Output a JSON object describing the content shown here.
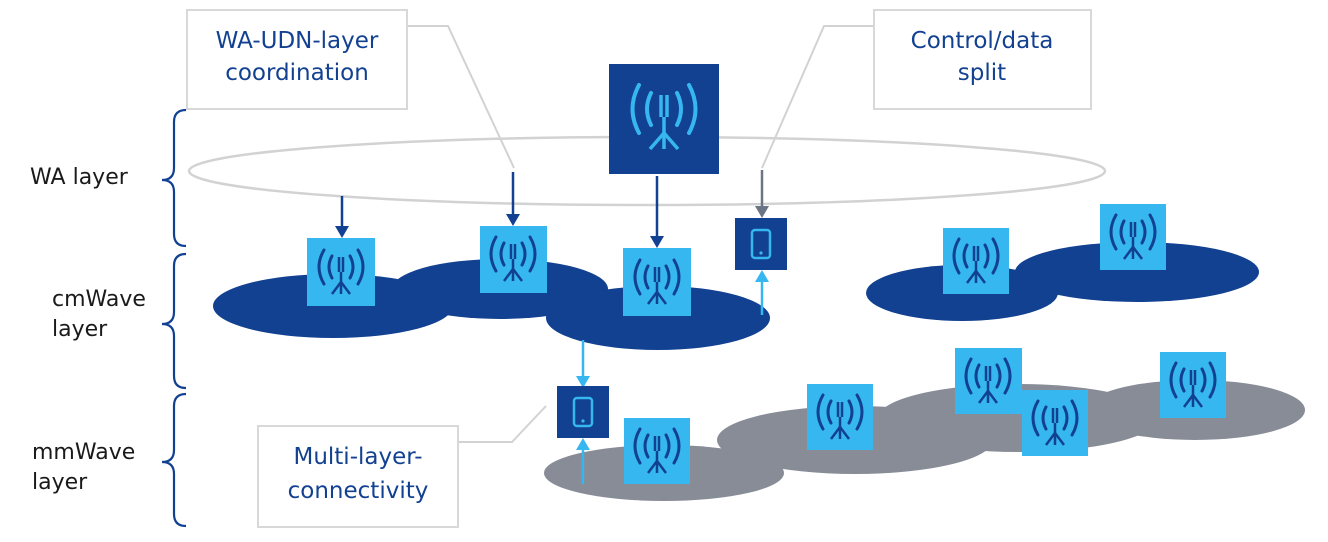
{
  "layers": {
    "wa": {
      "line1": "WA layer"
    },
    "cmwave": {
      "line1": "cmWave",
      "line2": "layer"
    },
    "mmwave": {
      "line1": "mmWave",
      "line2": "layer"
    }
  },
  "callouts": {
    "coordination": {
      "line1": "WA-UDN-layer",
      "line2": "coordination"
    },
    "split": {
      "line1": "Control/data",
      "line2": "split"
    },
    "multilayer": {
      "line1": "Multi-layer-",
      "line2": "connectivity"
    }
  },
  "colors": {
    "dark_navy": "#124191",
    "deep_blue": "#0d3b7d",
    "cyan": "#36b7f0",
    "light_cyan": "#7fd6ff",
    "grey_cell": "#878c96",
    "ring": "#cfcfcf"
  },
  "icons": [
    "antenna-icon",
    "phone-icon"
  ]
}
